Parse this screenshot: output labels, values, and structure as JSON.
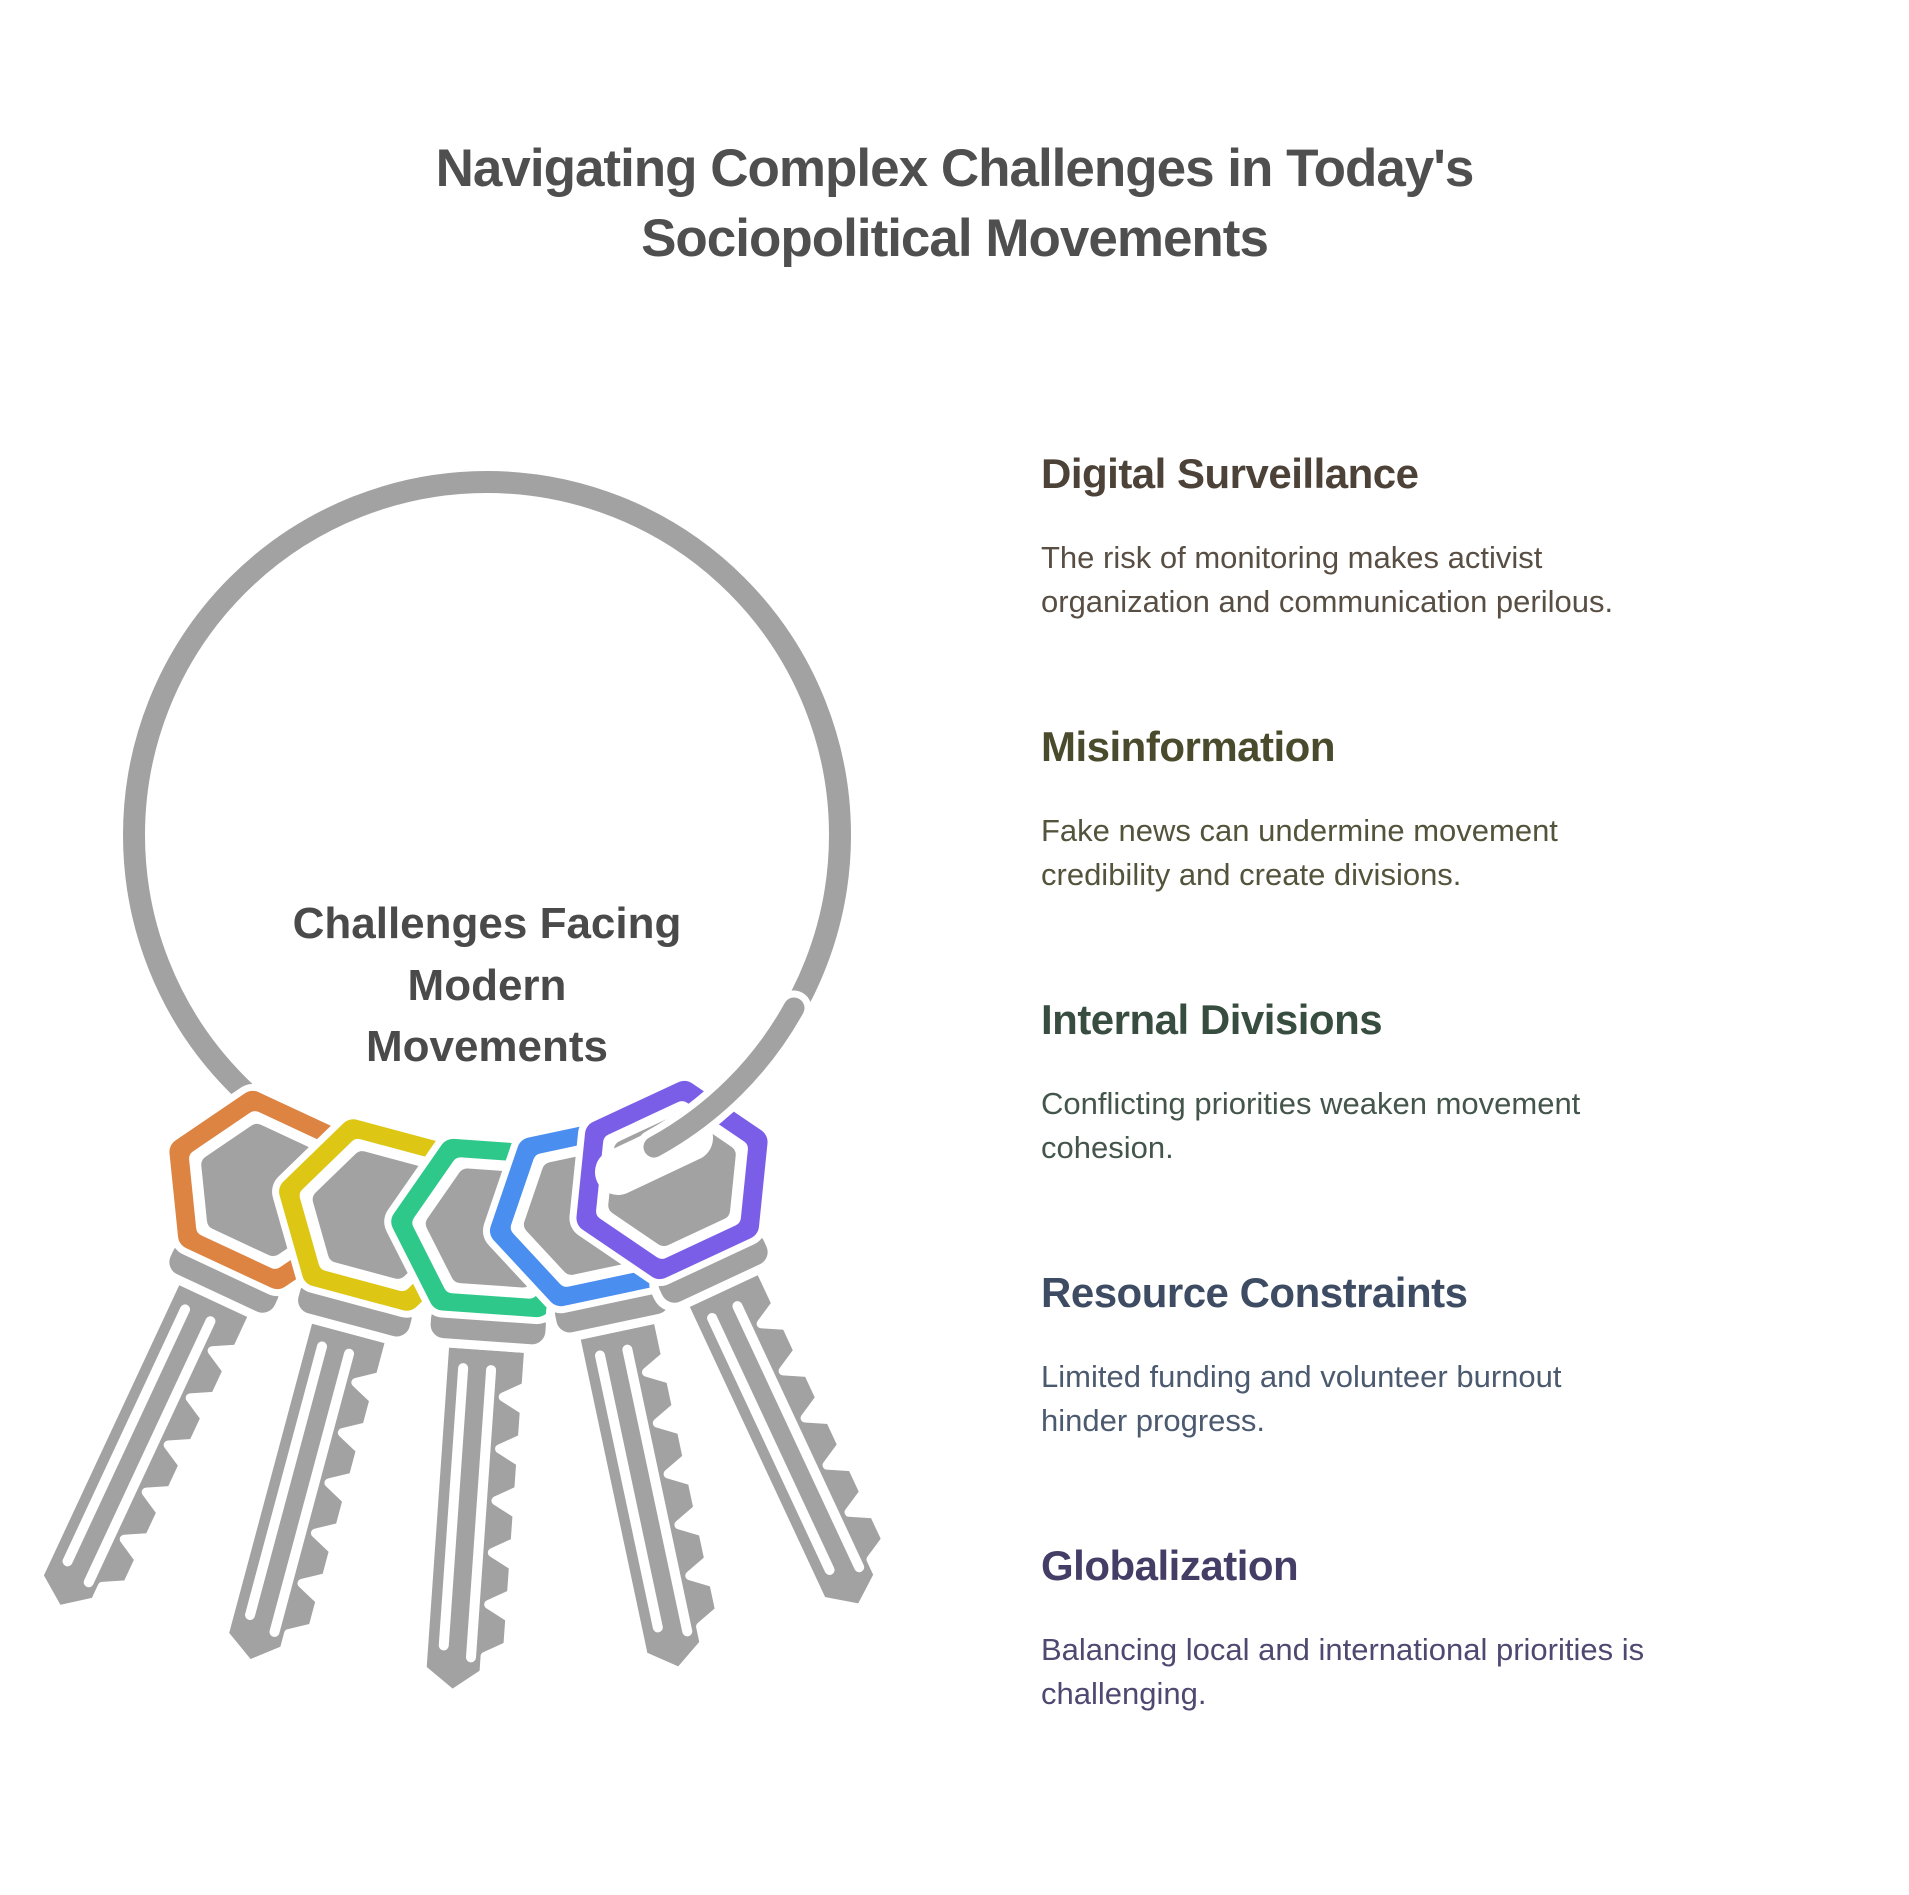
{
  "title": "Navigating Complex Challenges in Today's\nSociopolitical Movements",
  "title_color": "#4f4f4f",
  "keyring": {
    "center_label": "Challenges Facing\nModern\nMovements",
    "label_color": "#4a4a4a",
    "ring_color": "#a2a2a2",
    "metal_color": "#a2a2a2",
    "key_colors": [
      "#dd8443",
      "#ddc714",
      "#2ec98a",
      "#4a8ef0",
      "#7b5ee8"
    ]
  },
  "sections": [
    {
      "heading": "Digital Surveillance",
      "body": "The risk of monitoring makes activist\norganization and communication perilous.",
      "heading_color": "#4c4237",
      "body_color": "#584e43"
    },
    {
      "heading": "Misinformation",
      "body": "Fake news can undermine movement\ncredibility and create divisions.",
      "heading_color": "#4a4a2d",
      "body_color": "#54543c"
    },
    {
      "heading": "Internal Divisions",
      "body": "Conflicting priorities weaken movement\ncohesion.",
      "heading_color": "#374d3f",
      "body_color": "#44564b"
    },
    {
      "heading": "Resource Constraints",
      "body": "Limited funding and volunteer burnout\nhinder progress.",
      "heading_color": "#3d4b63",
      "body_color": "#4c5a70"
    },
    {
      "heading": "Globalization",
      "body": "Balancing local and international priorities is\nchallenging.",
      "heading_color": "#443e66",
      "body_color": "#4f4871"
    }
  ]
}
